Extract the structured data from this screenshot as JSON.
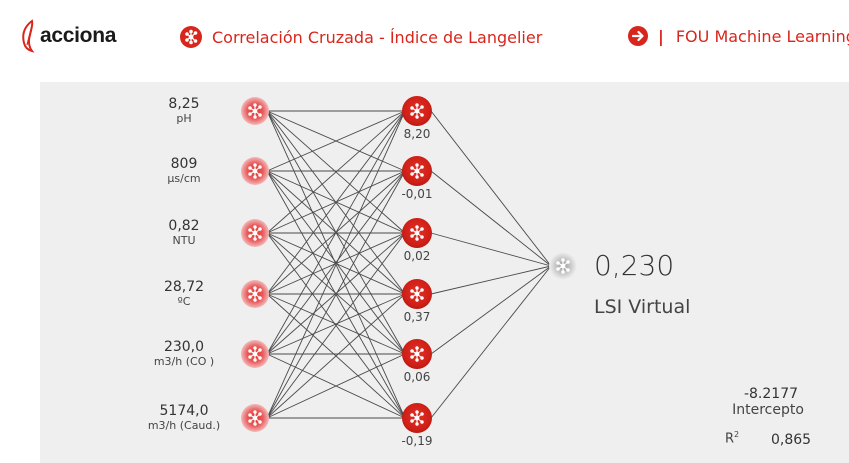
{
  "header": {
    "brand": "acciona",
    "title": "Correlación Cruzada - Índice de Langelier",
    "link_label": "FOU Machine Learning",
    "separator": "|",
    "accent": "#d9261c"
  },
  "inputs": [
    {
      "value": "8,25",
      "unit": "pH"
    },
    {
      "value": "809",
      "unit": "µs/cm"
    },
    {
      "value": "0,82",
      "unit": "NTU"
    },
    {
      "value": "28,72",
      "unit": "ºC"
    },
    {
      "value": "230,0",
      "unit": "m3/h (CO )"
    },
    {
      "value": "5174,0",
      "unit": "m3/h (Caud.)"
    }
  ],
  "hidden": [
    {
      "value": "8,20"
    },
    {
      "value": "-0,01"
    },
    {
      "value": "0,02"
    },
    {
      "value": "0,37"
    },
    {
      "value": "0,06"
    },
    {
      "value": "-0,19"
    }
  ],
  "output": {
    "value": "0,230",
    "label": "LSI Virtual"
  },
  "intercept": {
    "value": "-8.2177",
    "label": "Intercepto"
  },
  "r2": {
    "label": "R",
    "sup": "2",
    "value": "0,865"
  },
  "icons": {
    "node": "neural-node-icon",
    "logo": "acciona-leaf-icon",
    "arrow": "arrow-right-circle-icon"
  }
}
